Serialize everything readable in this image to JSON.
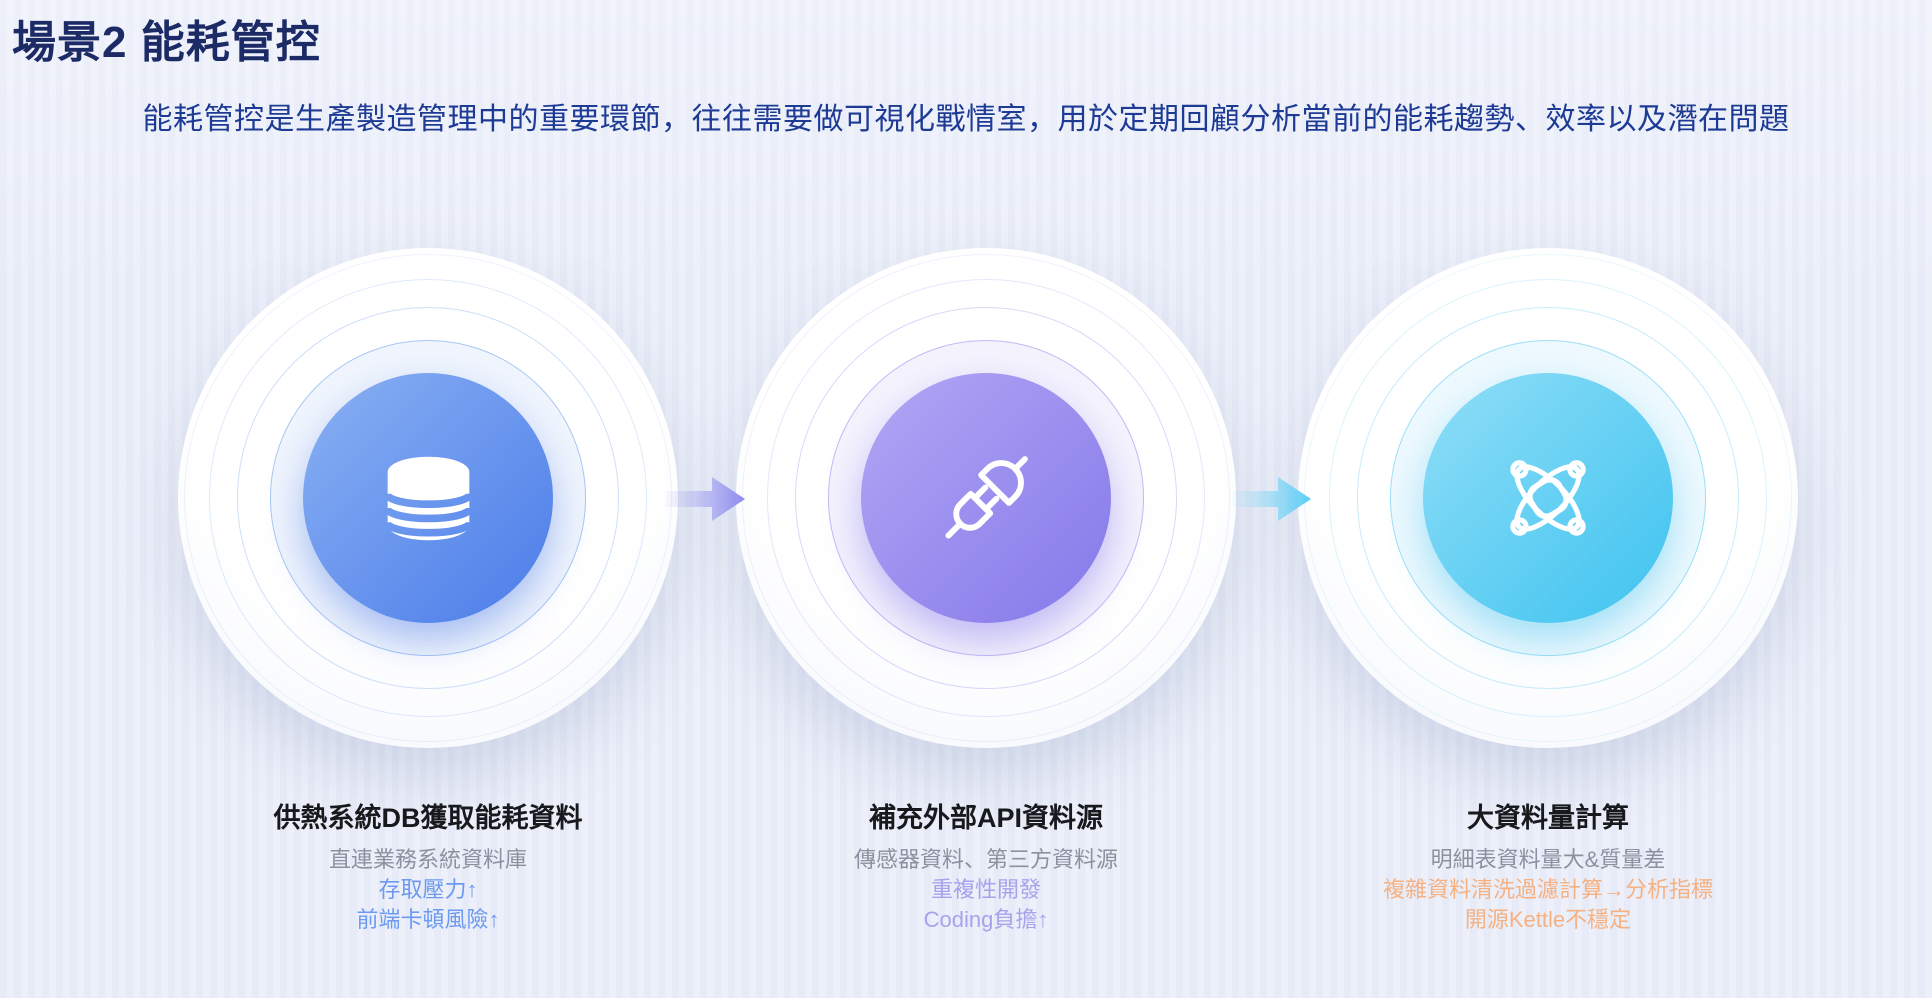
{
  "page": {
    "title": "場景2 能耗管控",
    "subtitle": "能耗管控是生產製造管理中的重要環節，往往需要做可視化戰情室，用於定期回顧分析當前的能耗趨勢、效率以及潛在問題"
  },
  "colors": {
    "background": "#e8ecf7",
    "title_text": "#1c2a66",
    "subtitle_text": "#1d3a94",
    "step1_accent": "#4b7ce9",
    "step2_accent": "#8478ea",
    "step3_accent": "#3ec3f0",
    "arrow1_gradient_end": "#8b88ef",
    "arrow2_gradient_end": "#55ccf5",
    "caption_title": "#17191d",
    "caption_muted": "#8b919e",
    "note1_color": "#6d9af0",
    "note2_color": "#a9a1ec",
    "note3_color": "#f6b183"
  },
  "steps": [
    {
      "icon": "database-icon",
      "title": "供熱系統DB獲取能耗資料",
      "subtitle": "直連業務系統資料庫",
      "notes": [
        "存取壓力↑",
        "前端卡頓風險↑"
      ]
    },
    {
      "icon": "plug-icon",
      "title": "補充外部API資料源",
      "subtitle": "傳感器資料、第三方資料源",
      "notes": [
        "重複性開發",
        "Coding負擔↑"
      ]
    },
    {
      "icon": "atom-icon",
      "title": "大資料量計算",
      "subtitle": "明細表資料量大&質量差",
      "notes": [
        "複雜資料清洗過濾計算→分析指標",
        "開源Kettle不穩定"
      ]
    }
  ],
  "arrows": [
    {
      "name": "arrow-step1-to-step2",
      "direction": "right"
    },
    {
      "name": "arrow-step2-to-step3",
      "direction": "right"
    }
  ]
}
